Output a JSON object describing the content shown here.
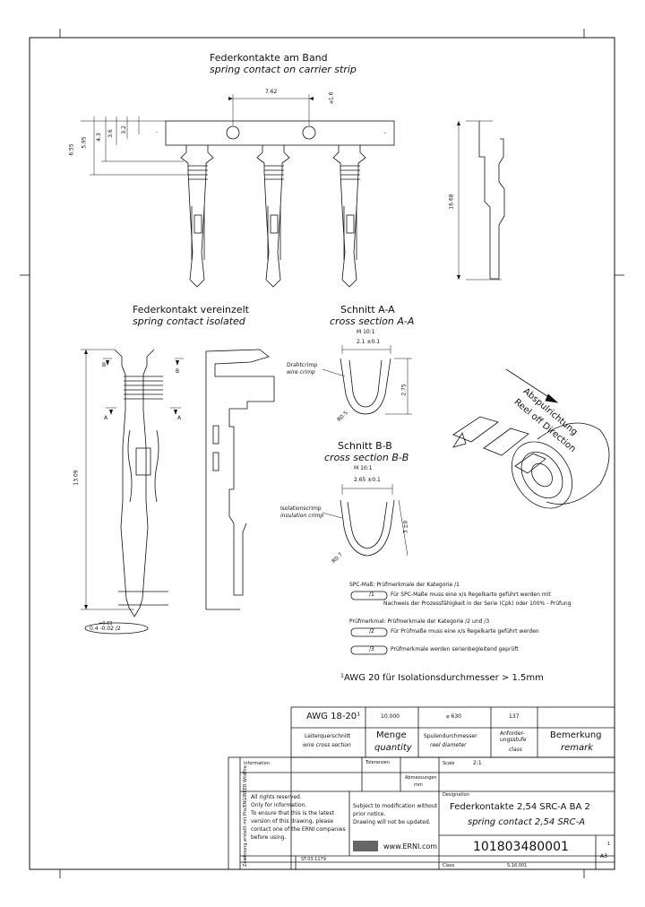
{
  "drawing": {
    "section_strip": {
      "title_de": "Federkontakte am Band",
      "title_en": "spring contact on carrier strip",
      "dims": {
        "pitch": "7.62",
        "hole_offset": "⌀1.6",
        "h1": "6.55",
        "h2": "5.95",
        "h3": "4.3",
        "h4": "3.6",
        "h5": "3.2",
        "side_height": "16.68"
      }
    },
    "section_isolated": {
      "title_de": "Federkontakt vereinzelt",
      "title_en": "spring contact isolated",
      "length": "13.09",
      "pin_tol": "+0.03",
      "pin_dia": "0.4 -0.02 /2",
      "marker_a": "A",
      "marker_b": "B"
    },
    "section_aa": {
      "title_de": "Schnitt A-A",
      "title_en": "cross section A-A",
      "scale": "M 10:1",
      "width": "2.1 ±0.1",
      "height": "2.75",
      "radius": "R0.5",
      "crimp_de": "Drahtcrimp",
      "crimp_en": "wire crimp"
    },
    "section_bb": {
      "title_de": "Schnitt B-B",
      "title_en": "cross section B-B",
      "scale": "M 10:1",
      "width": "2.65 ±0.1",
      "height": "3 ±0",
      "radius": "R0.7",
      "crimp_de": "Isolationscrimp",
      "crimp_en": "insulation crimp"
    },
    "reel": {
      "label_de": "Abspulrichtung",
      "label_en": "Reel off Direction"
    },
    "notes": {
      "spc_label": "SPC-Maß: Prüfmerkmale der Kategorie /1",
      "spc_tag": "/1",
      "spc_line1": "Für SPC-Maße muss eine x/s Regelkarte geführt werden mit",
      "spc_line2": "Nachweis der Prozessfähigkeit in der Serie (Cpk) oder 100% - Prüfung",
      "pm_label": "Prüfmerkmal: Prüfmerkmale der Kategorie /2 und /3",
      "pm_tag": "/2",
      "pm_line": "Für Prüfmaße muss eine x/s Regelkarte geführt werden",
      "p3_tag": "/3",
      "p3_line": "Prüfmerkmale werden serienbegleitend geprüft",
      "awg_note": "¹AWG 20 für Isolationsdurchmesser > 1.5mm"
    }
  },
  "title_block": {
    "wire_value": "AWG 18-20¹",
    "wire_label_de": "Leiterquerschnitt",
    "wire_label_en": "wire cross section",
    "qty_value": "10.000",
    "qty_label_de": "Menge",
    "qty_label_en": "quantity",
    "reel_value": "⌀ 630",
    "reel_label_de": "Spulendurchmesser",
    "reel_label_en": "reel diameter",
    "class_value": "137",
    "class_label_de": "Anforder-ungsstufe",
    "class_label_en": "class",
    "remark_de": "Bemerkung",
    "remark_en": "remark",
    "info_label": "information",
    "tol_label": "Toleranzen",
    "dim_label": "Abmessungen",
    "dim_unit": "mm",
    "scale_label": "Scale",
    "scale_value": "2:1",
    "designation_label": "Designation",
    "title_de": "Federkontakte 2,54 SRC-A BA 2",
    "title_en": "spring contact 2,54 SRC-A",
    "rights": [
      "All rights reserved.",
      "Only for information.",
      "To ensure that this is the latest",
      "version of this drawing, please",
      "contact one of the ERNI companies",
      "before using."
    ],
    "subject": [
      "Subject to modification without",
      "prior notice.",
      "Drawing will not be updated."
    ],
    "website": "www.ERNI.com",
    "part_number": "101803480001",
    "sheet_no": "1",
    "format": "A3",
    "bottom_left": "1",
    "bottom_mid": "ST.03.1179",
    "bottom_class": "Class",
    "bottom_code": "S.16.001",
    "side_text": "Zeichnung erstellt mit Pro/ENGINEER Wildfire"
  }
}
